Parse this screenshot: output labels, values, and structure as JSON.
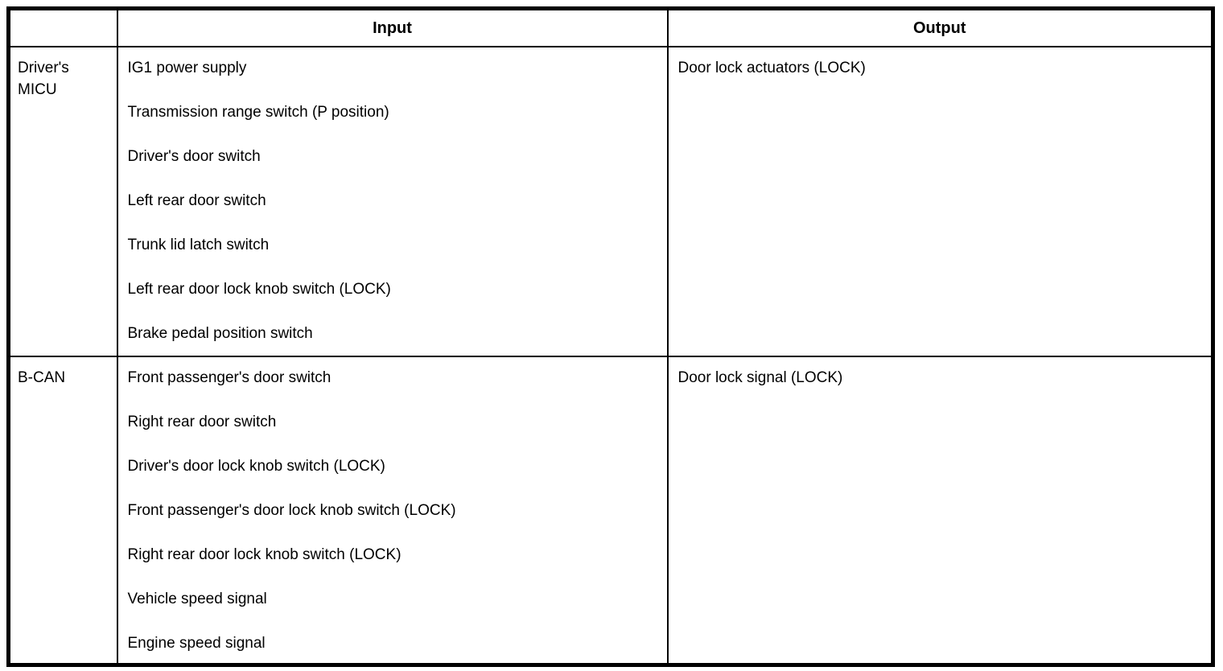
{
  "colors": {
    "border": "#000000",
    "background": "#ffffff",
    "text": "#000000"
  },
  "table": {
    "headers": {
      "source": "",
      "input": "Input",
      "output": "Output"
    },
    "rows": [
      {
        "source": "Driver's MICU",
        "inputs": [
          "IG1 power supply",
          "Transmission range switch (P position)",
          "Driver's door switch",
          "Left rear door switch",
          "Trunk lid latch switch",
          "Left rear door lock knob switch (LOCK)",
          "Brake pedal position switch"
        ],
        "output": "Door lock actuators (LOCK)"
      },
      {
        "source": "B-CAN",
        "inputs": [
          "Front passenger's door switch",
          "Right rear door switch",
          "Driver's door lock knob switch (LOCK)",
          "Front passenger's door lock knob switch (LOCK)",
          "Right rear door lock knob switch (LOCK)",
          "Vehicle speed signal",
          "Engine speed signal"
        ],
        "output": "Door lock signal (LOCK)"
      }
    ]
  }
}
